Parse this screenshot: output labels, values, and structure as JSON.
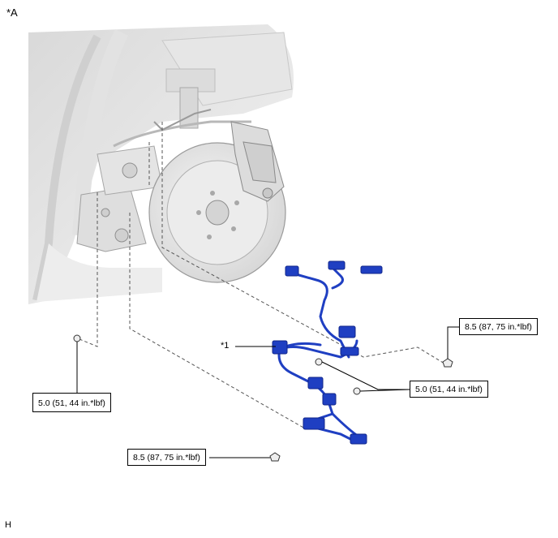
{
  "view_label": "*A",
  "footer_code": "H",
  "part_label": "*1",
  "torques": {
    "upper_right": "8.5 (87, 75 in.*lbf)",
    "middle_right": "5.0 (51, 44 in.*lbf)",
    "left": "5.0 (51, 44 in.*lbf)",
    "bottom": "8.5 (87, 75 in.*lbf)"
  },
  "colors": {
    "harness": "#1f3fc2",
    "harness_dark": "#10268a",
    "body_shade": "#e8e8e8",
    "leader": "#000000"
  }
}
